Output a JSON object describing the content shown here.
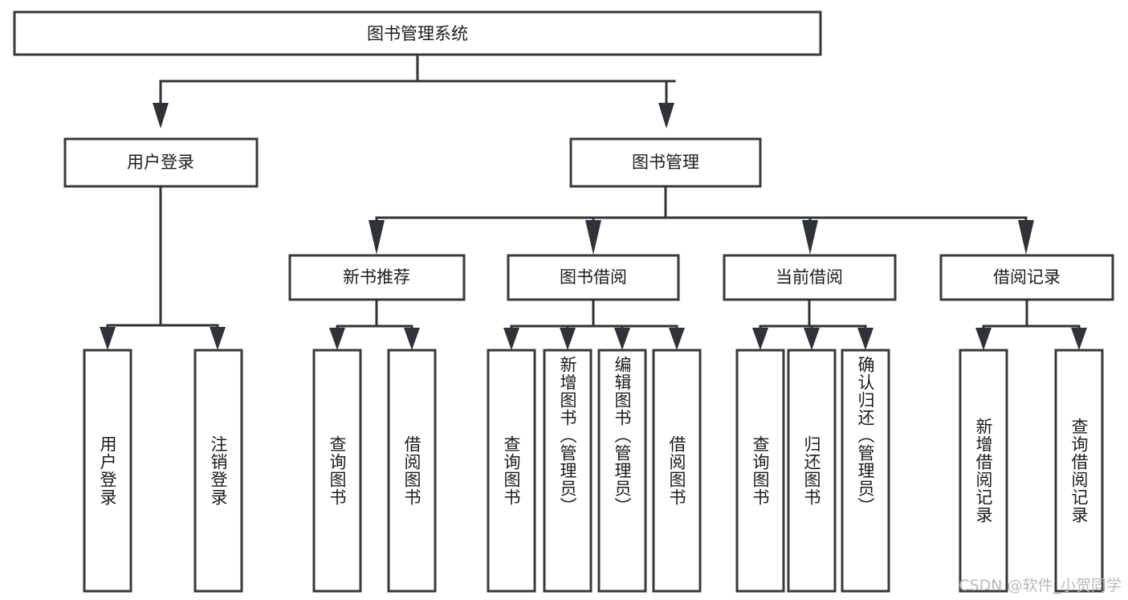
{
  "diagram": {
    "type": "tree-hierarchy",
    "title": "图书管理系统",
    "watermark": "CSDN @软件_小贺同学",
    "colors": {
      "background": "#ffffff",
      "box_stroke": "#36393d",
      "box_fill": "#ffffff",
      "connector": "#2f3236",
      "text": "#1c1c1c",
      "watermark": "#b9b9b9"
    },
    "levels": {
      "root": {
        "label": "图书管理系统"
      },
      "level2": [
        {
          "label": "用户登录"
        },
        {
          "label": "图书管理"
        }
      ],
      "level3": [
        {
          "label": "新书推荐"
        },
        {
          "label": "图书借阅"
        },
        {
          "label": "当前借阅"
        },
        {
          "label": "借阅记录"
        }
      ],
      "leaves": {
        "user_login": [
          {
            "label": "用户登录"
          },
          {
            "label": "注销登录"
          }
        ],
        "new_book_recommend": [
          {
            "label": "查询图书"
          },
          {
            "label": "借阅图书"
          }
        ],
        "book_borrow": [
          {
            "label": "查询图书"
          },
          {
            "label": "新增图书（管理员）"
          },
          {
            "label": "编辑图书（管理员）"
          },
          {
            "label": "借阅图书"
          }
        ],
        "current_borrow": [
          {
            "label": "查询图书"
          },
          {
            "label": "归还图书"
          },
          {
            "label": "确认归还（管理员）"
          }
        ],
        "borrow_record": [
          {
            "label": "新增借阅记录"
          },
          {
            "label": "查询借阅记录"
          }
        ]
      }
    }
  }
}
